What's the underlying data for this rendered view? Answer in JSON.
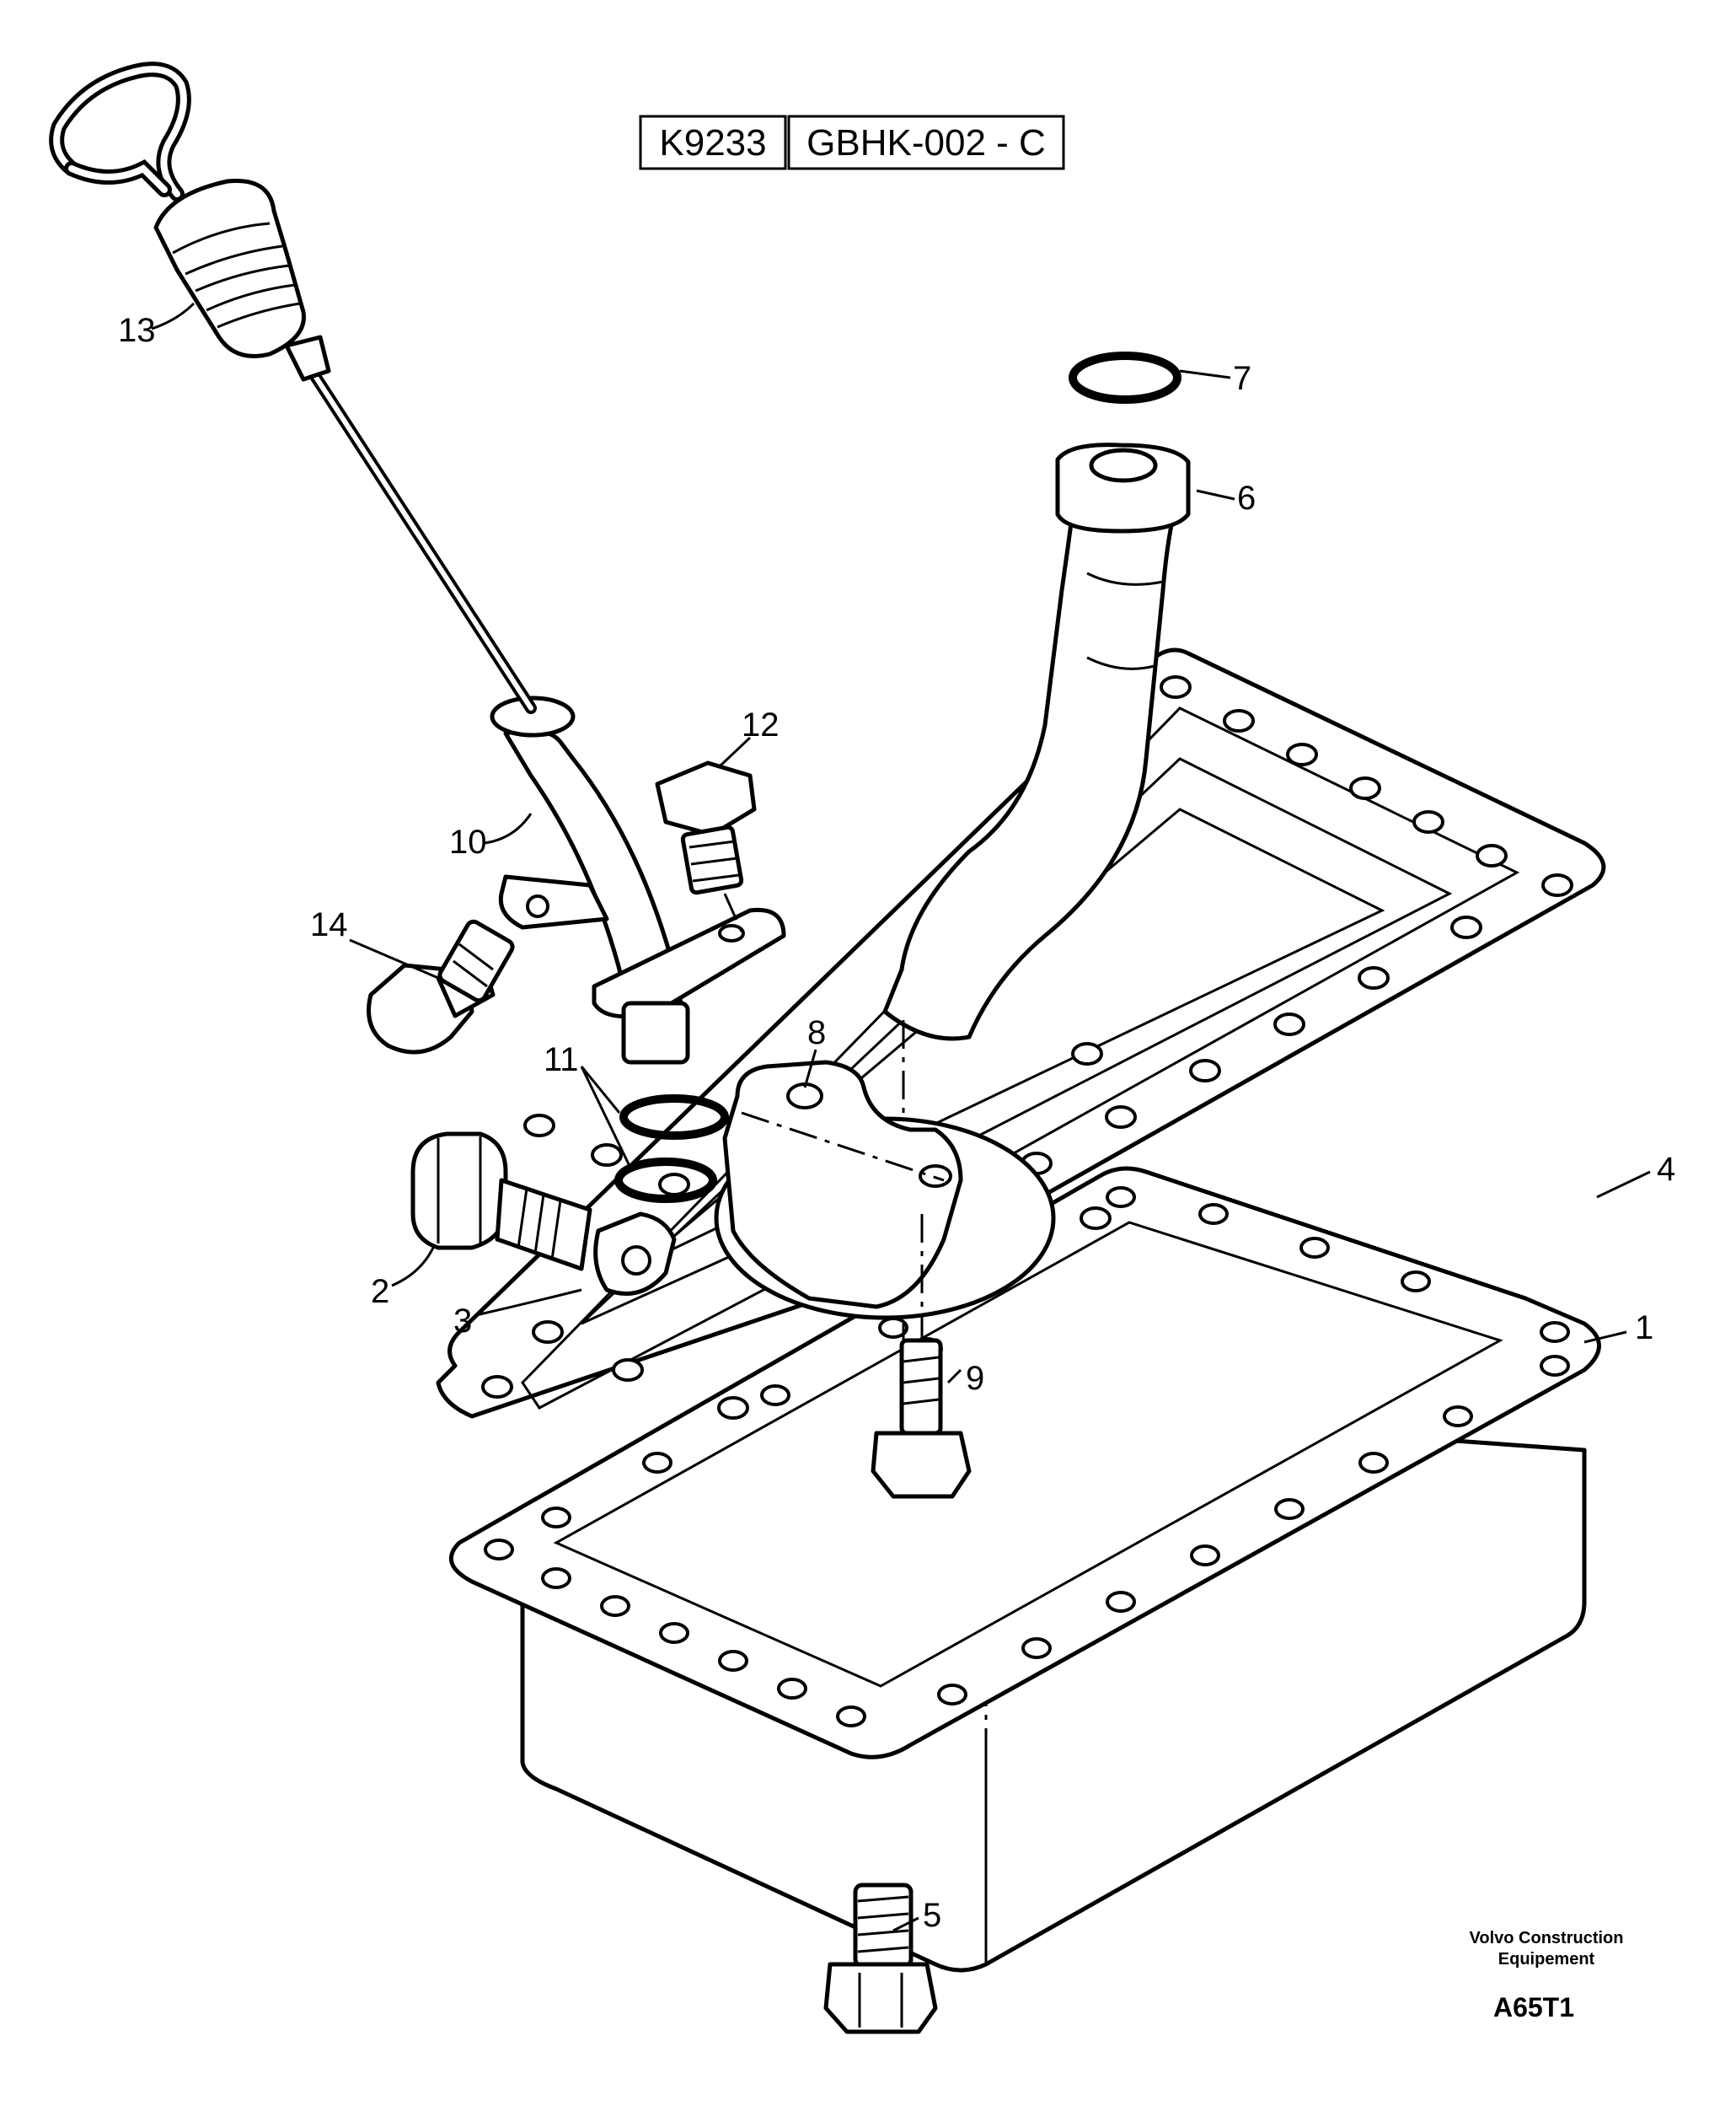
{
  "header": {
    "catalog_code": "K9233",
    "drawing_code": "GBHK-002 - C"
  },
  "callouts": [
    "1",
    "2",
    "3",
    "4",
    "5",
    "6",
    "7",
    "8",
    "9",
    "10",
    "11",
    "12",
    "13",
    "14"
  ],
  "footer": {
    "brand_line1": "Volvo Construction",
    "brand_line2": "Equipement",
    "figure_code": "A65T1"
  }
}
